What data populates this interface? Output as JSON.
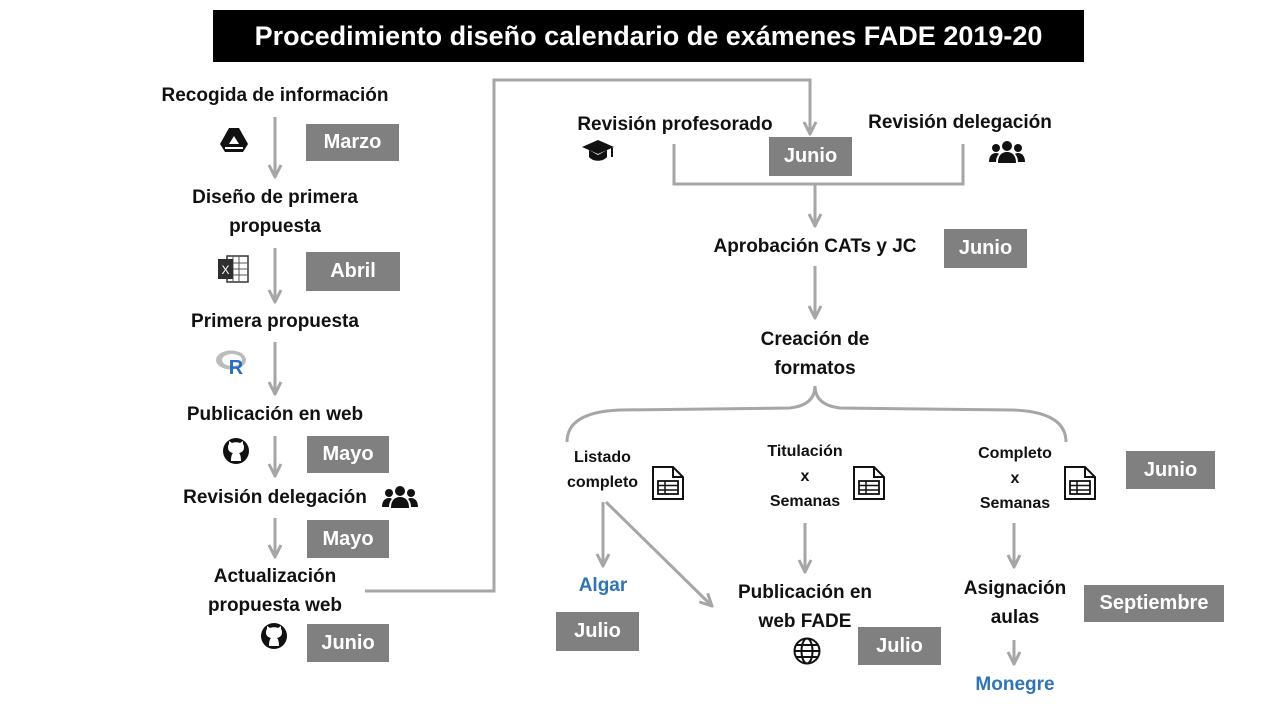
{
  "title": "Procedimiento diseño calendario de exámenes FADE 2019-20",
  "colors": {
    "line": "#a6a6a6",
    "box": "#808080",
    "title_bg": "#000000",
    "accent_text": "#2e75b6"
  },
  "left_steps": {
    "recogida": "Recogida de información",
    "diseno_line1": "Diseño de primera",
    "diseno_line2": "propuesta",
    "primera": "Primera propuesta",
    "publicacion": "Publicación en web",
    "revision": "Revisión delegación",
    "actualizacion_line1": "Actualización",
    "actualizacion_line2": "propuesta web"
  },
  "left_months": {
    "marzo": "Marzo",
    "abril": "Abril",
    "mayo1": "Mayo",
    "mayo2": "Mayo",
    "junio": "Junio"
  },
  "review": {
    "profesorado": "Revisión profesorado",
    "delegacion": "Revisión delegación",
    "month": "Junio"
  },
  "aprobacion": {
    "label": "Aprobación CATs y JC",
    "month": "Junio"
  },
  "creacion": {
    "line1": "Creación de",
    "line2": "formatos"
  },
  "formats": {
    "listado_line1": "Listado",
    "listado_line2": "completo",
    "titulacion_line1": "Titulación",
    "titulacion_line2": "x",
    "titulacion_line3": "Semanas",
    "completo_line1": "Completo",
    "completo_line2": "x",
    "completo_line3": "Semanas",
    "month": "Junio"
  },
  "outputs": {
    "algar": "Algar",
    "algar_month": "Julio",
    "publicacion_line1": "Publicación en",
    "publicacion_line2": "web FADE",
    "publicacion_month": "Julio",
    "asignacion_line1": "Asignación",
    "asignacion_line2": "aulas",
    "asignacion_month": "Septiembre",
    "monegre": "Monegre"
  },
  "icons": {
    "drive": "google-drive-icon",
    "excel": "excel-icon",
    "r": "r-language-icon",
    "github": "github-icon",
    "users": "users-group-icon",
    "grad": "graduation-cap-icon",
    "sheet": "spreadsheet-icon",
    "globe": "globe-icon"
  }
}
